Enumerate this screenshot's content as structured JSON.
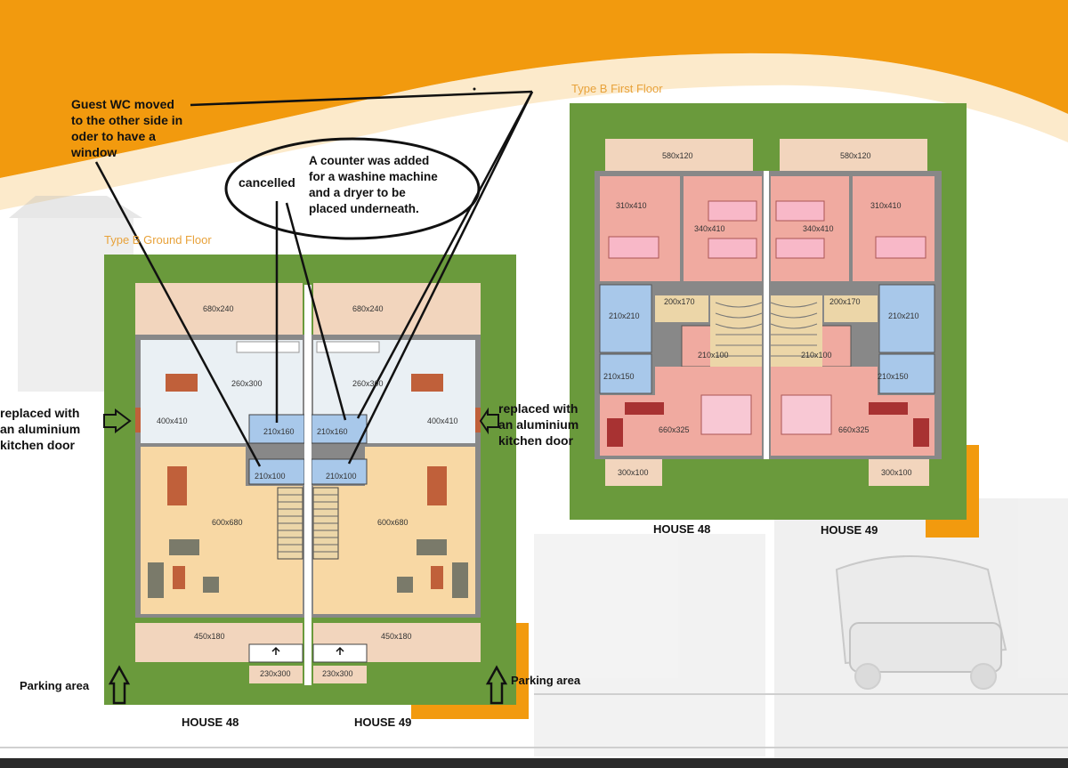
{
  "colors": {
    "orange": "#f29a0e",
    "lawn": "#6a9a3c",
    "kitchen": "#eaf0f4",
    "living": "#f8d8a4",
    "bedroom": "#f0aaa0",
    "bath": "#a8c8ea",
    "stair": "#ecd6a8",
    "terrace": "#f2d5bd",
    "accent": "#e8a23a"
  },
  "ground_floor": {
    "heading": "Type B Ground Floor",
    "rooms": {
      "terrace_l": "680x240",
      "terrace_r": "680x240",
      "kitchen_l": "260x300",
      "kitchen_r": "260x300",
      "dining_l": "400x410",
      "dining_r": "400x410",
      "utility_l": "210x160",
      "utility_r": "210x160",
      "wc_l": "210x100",
      "wc_r": "210x100",
      "living_l": "600x680",
      "living_r": "600x680",
      "porch_l": "450x180",
      "porch_r": "450x180",
      "steps_l": "230x300",
      "steps_r": "230x300"
    },
    "house_left": "HOUSE 48",
    "house_right": "HOUSE 49"
  },
  "first_floor": {
    "heading": "Type B First Floor",
    "rooms": {
      "balcony_l": "580x120",
      "balcony_r": "580x120",
      "bed1_l": "310x410",
      "bed2_l": "340x410",
      "bed2_r": "340x410",
      "bed1_r": "310x410",
      "landing_l": "200x170",
      "landing_r": "200x170",
      "bath_l": "210x210",
      "bath_r": "210x210",
      "store_l": "210x100",
      "store_r": "210x100",
      "shower_l": "210x150",
      "shower_r": "210x150",
      "master_l": "660x325",
      "master_r": "660x325",
      "balc2_l": "300x100",
      "balc2_r": "300x100"
    },
    "house_left": "HOUSE 48",
    "house_right": "HOUSE 49"
  },
  "annotations": {
    "guest_wc": [
      "Guest WC moved",
      "to the other side in",
      "oder to have a",
      "window"
    ],
    "cancelled": "cancelled",
    "counter": [
      "A counter was added",
      "for a washine machine",
      "and a dryer to be",
      "placed underneath."
    ],
    "door_left": [
      "replaced with",
      "an aluminium",
      "kitchen door"
    ],
    "door_right": [
      "replaced with",
      "an aluminium",
      "kitchen door"
    ],
    "parking_left": "Parking area",
    "parking_right": "Parking area"
  }
}
